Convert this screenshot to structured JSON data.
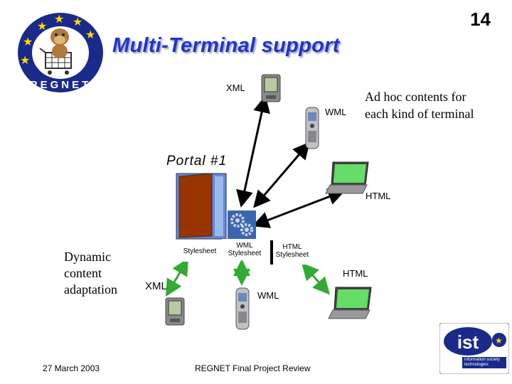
{
  "slide": {
    "number": "14",
    "title": "Multi-Terminal support",
    "adhoc_text": "Ad hoc contents for each kind of terminal",
    "dynamic_text": "Dynamic content adaptation",
    "portal_label": "Portal #1"
  },
  "labels": {
    "xml_top": "XML",
    "wml_top": "WML",
    "html_top": "HTML",
    "stylesheet": "Stylesheet",
    "wml_stylesheet": "WML Stylesheet",
    "html_stylesheet": "HTML Stylesheet",
    "xml_bottom": "XML",
    "wml_bottom": "WML",
    "html_bottom": "HTML"
  },
  "logos": {
    "regnet_text": "REGNET",
    "ist_text": "ist",
    "ist_subtext": "information society technologies"
  },
  "footer": {
    "date": "27 March 2003",
    "title": "REGNET Final Project Review"
  },
  "colors": {
    "title": "#2233cc",
    "arrow_black": "#000000",
    "arrow_green": "#33aa33",
    "portal_door": "#993300",
    "logo_blue": "#1a2a8a",
    "star_yellow": "#ffd700"
  }
}
